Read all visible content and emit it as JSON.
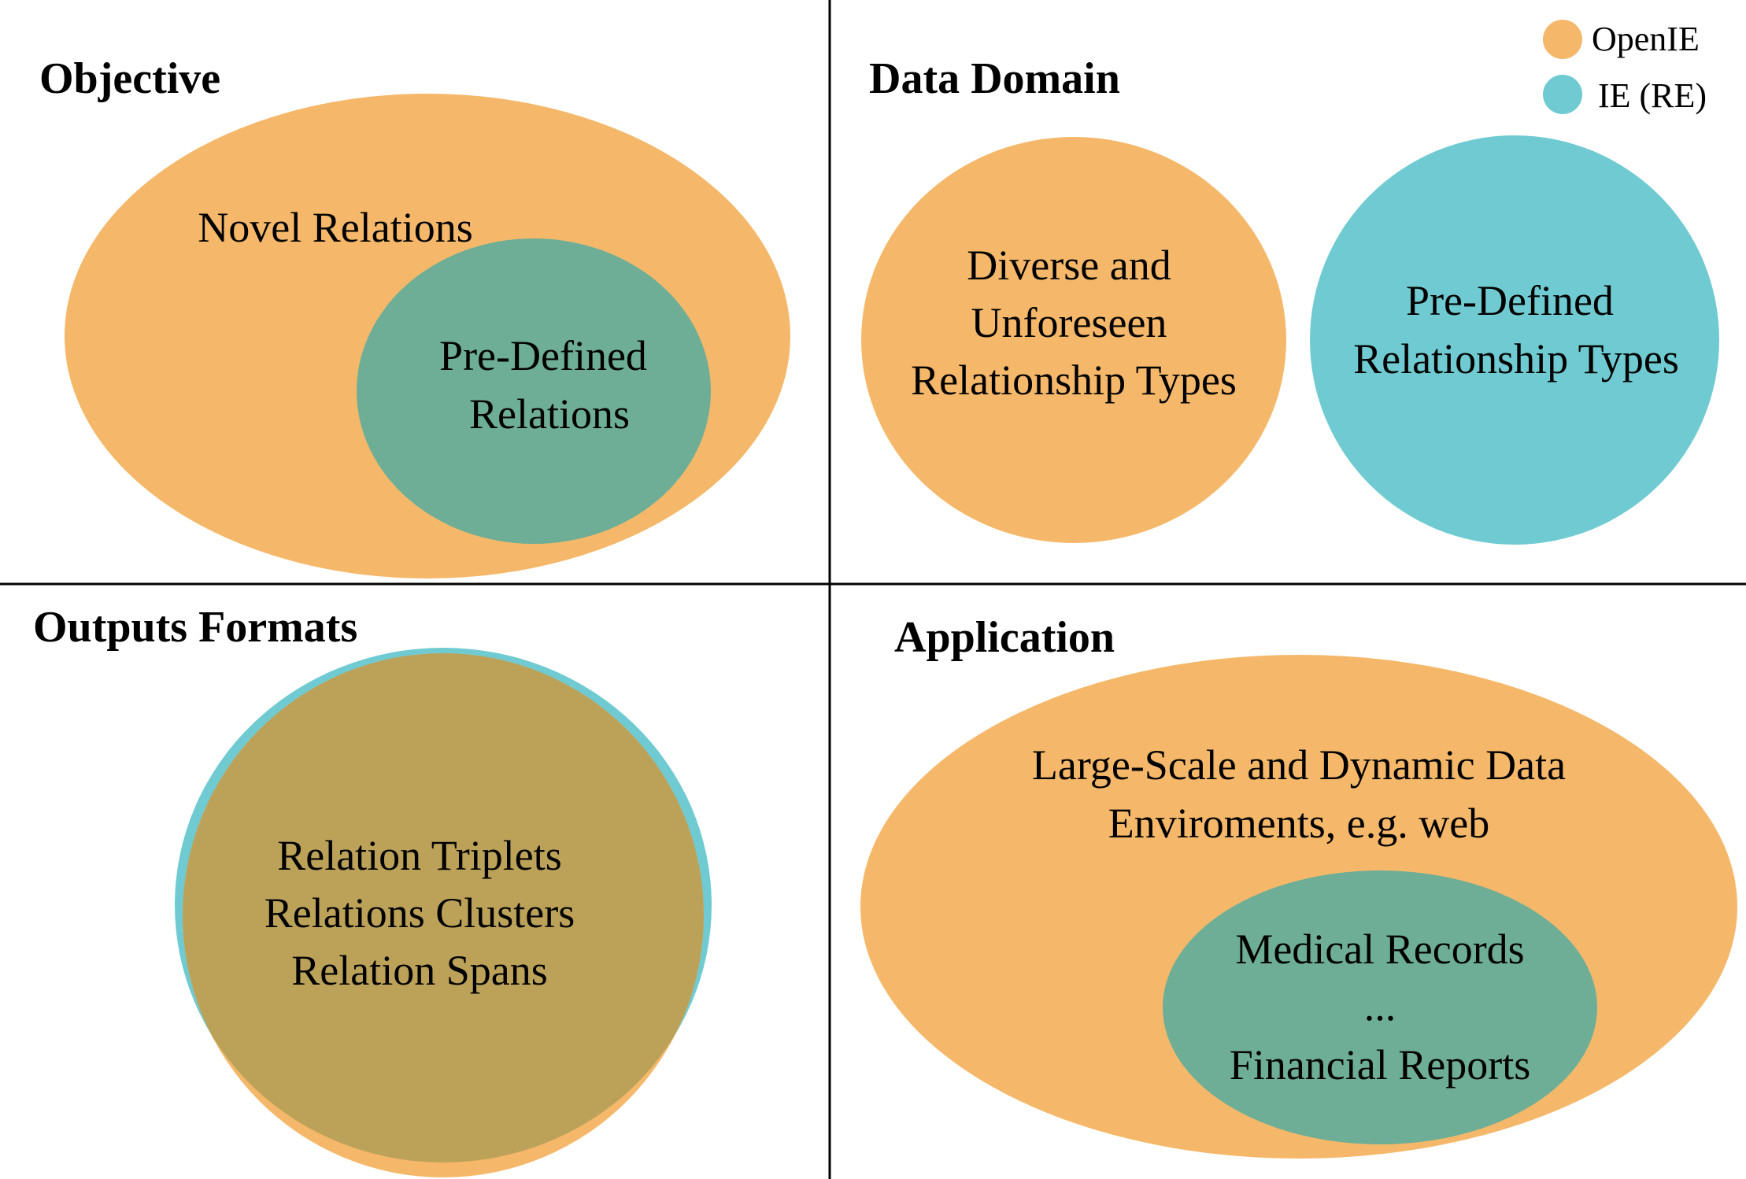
{
  "colors": {
    "openie": "#F5B86A",
    "ie": "#6FCBD1",
    "overlap": "#6EAE96",
    "overlap_outputs": "#BCA259",
    "lines": "#000000",
    "text": "#000000"
  },
  "legend": {
    "items": [
      {
        "label": "OpenIE",
        "color": "#F5B86A"
      },
      {
        "label": "IE (RE)",
        "color": "#6FCBD1"
      }
    ]
  },
  "panels": {
    "objective": {
      "title": "Objective",
      "outer_label": "Novel Relations",
      "inner_label": [
        "Pre-Defined",
        "Relations"
      ]
    },
    "data_domain": {
      "title": "Data Domain",
      "openie_label": [
        "Diverse and",
        "Unforeseen",
        "Relationship Types"
      ],
      "ie_label": [
        "Pre-Defined",
        "Relationship Types"
      ]
    },
    "outputs": {
      "title": "Outputs Formats",
      "label": [
        "Relation Triplets",
        "Relations Clusters",
        "Relation Spans"
      ]
    },
    "application": {
      "title": "Application",
      "outer_label": [
        "Large-Scale and Dynamic Data",
        "Enviroments, e.g. web"
      ],
      "inner_label": [
        "Medical Records",
        "...",
        "Financial Reports"
      ]
    }
  }
}
